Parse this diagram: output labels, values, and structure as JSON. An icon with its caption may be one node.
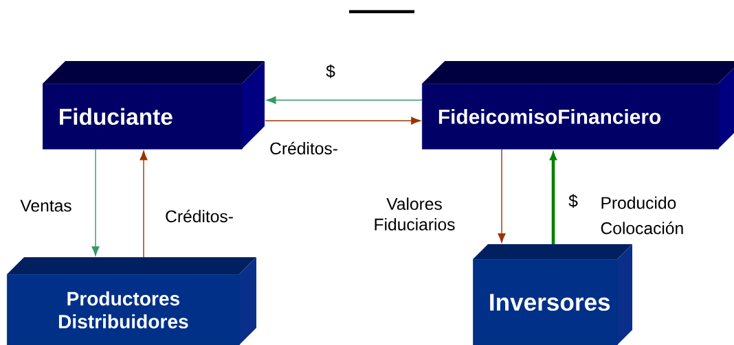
{
  "diagram": {
    "nodes": [
      {
        "text": [
          "Fiduciante"
        ]
      },
      {
        "text": [
          "FideicomisoFinanciero"
        ]
      },
      {
        "text": [
          "Productores Distribuidores"
        ]
      },
      {
        "text": [
          "Inversores"
        ]
      }
    ],
    "edges": [
      {
        "from": 1,
        "to": 0,
        "arrow": "to",
        "label": "$",
        "color": "#339966"
      },
      {
        "from": 0,
        "to": 1,
        "arrow": "to",
        "label": "Créditos-"
      },
      {
        "from": 0,
        "to": 2,
        "arrow": "to",
        "label": "Ventas",
        "color": "#339966"
      },
      {
        "from": 2,
        "to": 0,
        "arrow": "to",
        "label": "Créditos-"
      },
      {
        "from": 1,
        "to": 3,
        "arrow": "to",
        "label": "Valores Fiduciarios"
      },
      {
        "from": 3,
        "to": 1,
        "arrow": "to",
        "label": "$",
        "color": "#008000",
        "style": "thick"
      }
    ],
    "labels": [
      "Producido Colocación"
    ]
  }
}
